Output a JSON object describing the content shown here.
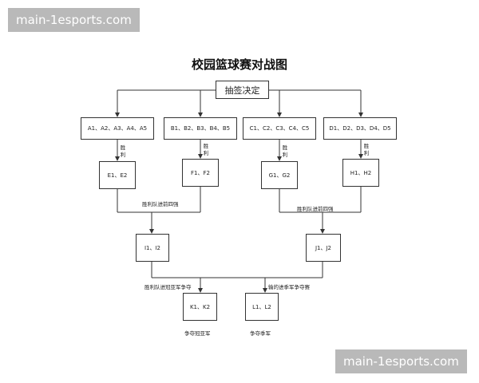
{
  "watermarks": {
    "top": "main-1esports.com",
    "bottom": "main-1esports.com"
  },
  "diagram": {
    "title": "校园篮球赛对战图",
    "draw": "抽签决定",
    "groups": [
      "A1、A2、A3、A4、A5",
      "B1、B2、B3、B4、B5",
      "C1、C2、C3、C4、C5",
      "D1、D2、D3、D4、D5"
    ],
    "group_winners": [
      "E1、E2",
      "F1、F2",
      "G1、G2",
      "H1、H2"
    ],
    "win_label": "胜利",
    "semifinal_pairs": [
      "I1、I2",
      "J1、J2"
    ],
    "to_semis_label": "胜利队进前四强",
    "to_final_label": "胜利队进冠亚军争夺",
    "to_third_label": "输的进季军争夺赛",
    "final": "K1、K2",
    "third_place": "L1、L2",
    "final_caption": "争夺冠亚军",
    "third_caption": "争夺季军"
  }
}
